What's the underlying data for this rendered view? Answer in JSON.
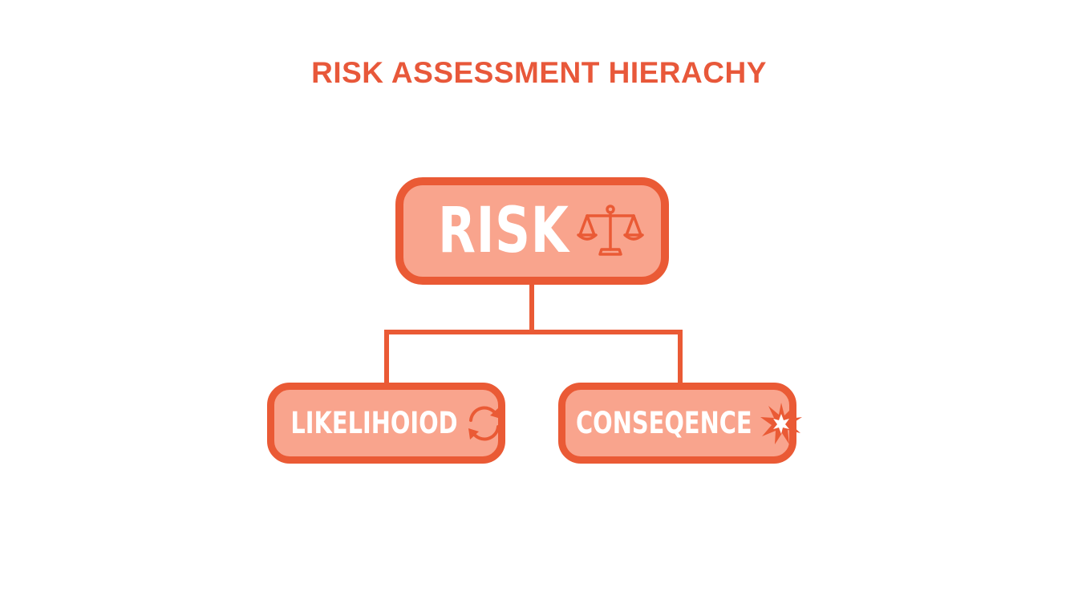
{
  "title": "RISK ASSESSMENT HIERACHY",
  "root": {
    "label": "RISK",
    "icon": "balance-scale-icon"
  },
  "children": [
    {
      "label": "LIKELIHOIOD",
      "icon": "cycle-arrows-icon"
    },
    {
      "label": "CONSEQENCE",
      "icon": "explosion-burst-icon"
    }
  ],
  "colors": {
    "accent": "#ea5a35",
    "fill": "#f9a48d",
    "text": "#ffffff",
    "background": "#ffffff"
  }
}
